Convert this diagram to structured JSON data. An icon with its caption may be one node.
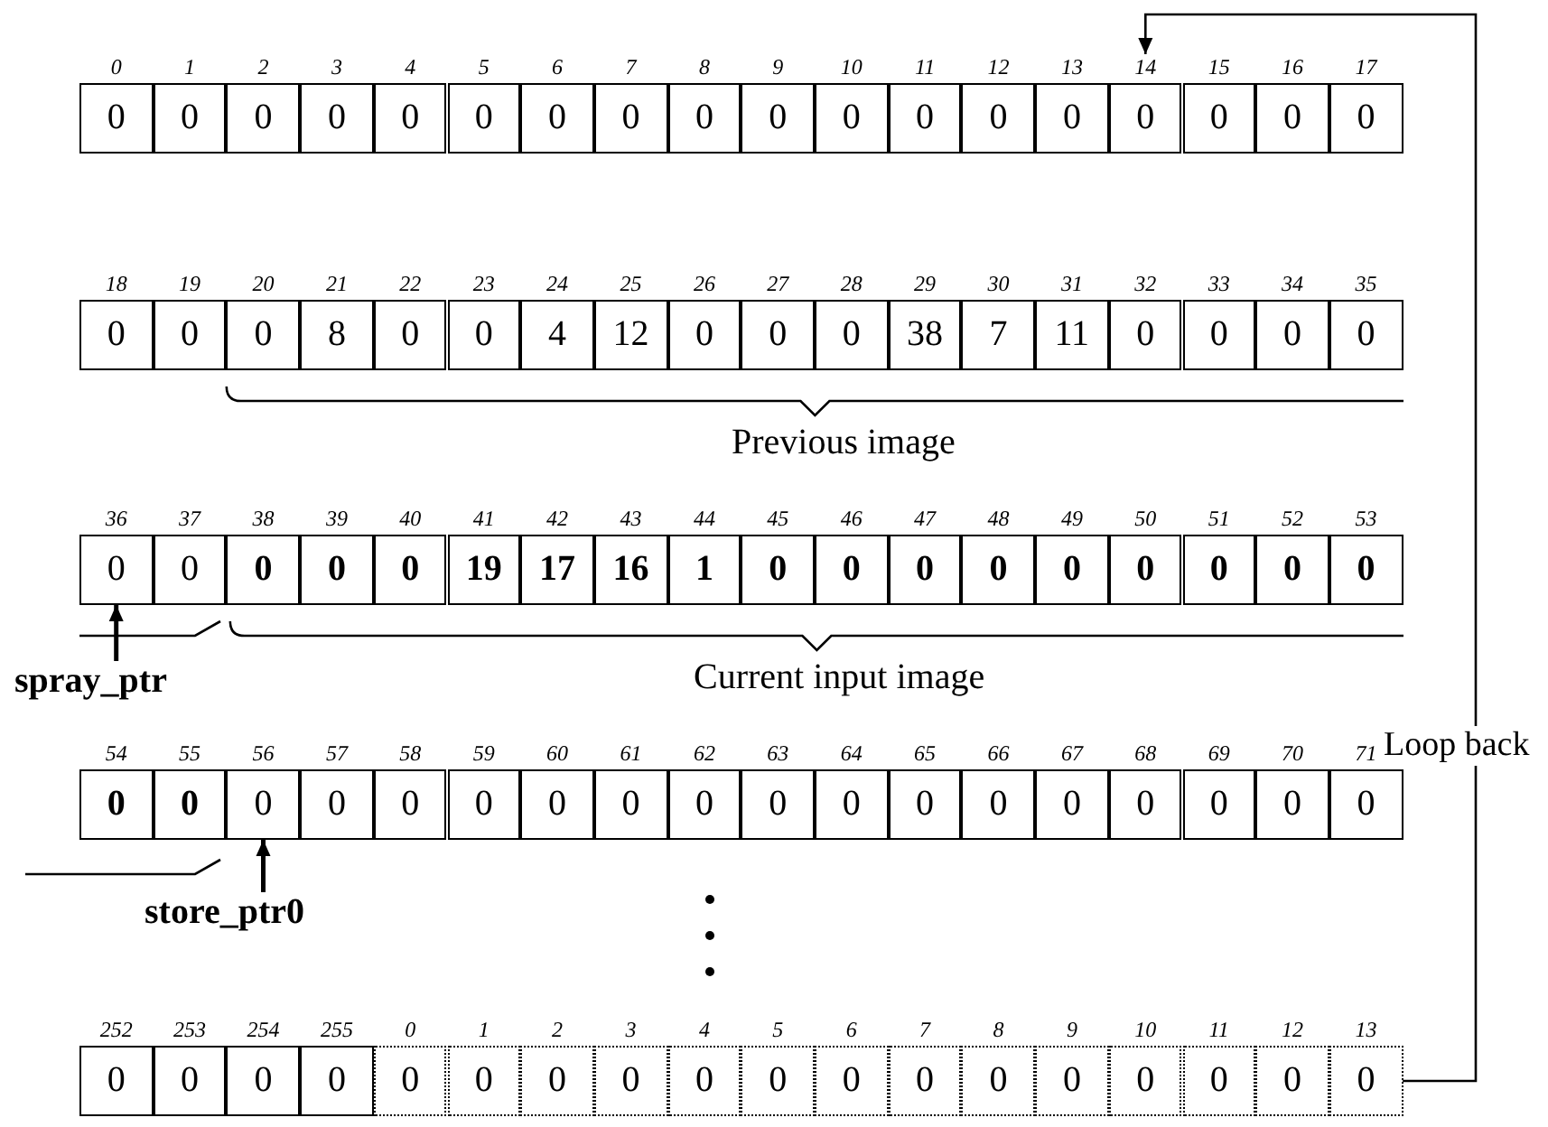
{
  "diagram": {
    "nodes": [
      {
        "text": [
          "0"
        ],
        "beside": [
          "0"
        ]
      },
      {
        "text": [
          "0"
        ],
        "beside": [
          "1"
        ]
      },
      {
        "text": [
          "0"
        ],
        "beside": [
          "2"
        ]
      },
      {
        "text": [
          "0"
        ],
        "beside": [
          "3"
        ]
      },
      {
        "text": [
          "0"
        ],
        "beside": [
          "4"
        ]
      },
      {
        "text": [
          "0"
        ],
        "beside": [
          "5"
        ]
      },
      {
        "text": [
          "0"
        ],
        "beside": [
          "6"
        ]
      },
      {
        "text": [
          "0"
        ],
        "beside": [
          "7"
        ]
      },
      {
        "text": [
          "0"
        ],
        "beside": [
          "8"
        ]
      },
      {
        "text": [
          "0"
        ],
        "beside": [
          "9"
        ]
      },
      {
        "text": [
          "0"
        ],
        "beside": [
          "10"
        ]
      },
      {
        "text": [
          "0"
        ],
        "beside": [
          "11"
        ]
      },
      {
        "text": [
          "0"
        ],
        "beside": [
          "12"
        ]
      },
      {
        "text": [
          "0"
        ],
        "beside": [
          "13"
        ]
      },
      {
        "text": [
          "0"
        ],
        "beside": [
          "14"
        ]
      },
      {
        "text": [
          "0"
        ],
        "beside": [
          "15"
        ]
      },
      {
        "text": [
          "0"
        ],
        "beside": [
          "16"
        ]
      },
      {
        "text": [
          "0"
        ],
        "beside": [
          "17"
        ]
      },
      {
        "text": [
          "0"
        ],
        "beside": [
          "18"
        ]
      },
      {
        "text": [
          "0"
        ],
        "beside": [
          "19"
        ]
      },
      {
        "text": [
          "0"
        ],
        "beside": [
          "20"
        ]
      },
      {
        "text": [
          "8"
        ],
        "beside": [
          "21"
        ]
      },
      {
        "text": [
          "0"
        ],
        "beside": [
          "22"
        ]
      },
      {
        "text": [
          "0"
        ],
        "beside": [
          "23"
        ]
      },
      {
        "text": [
          "4"
        ],
        "beside": [
          "24"
        ]
      },
      {
        "text": [
          "12"
        ],
        "beside": [
          "25"
        ]
      },
      {
        "text": [
          "0"
        ],
        "beside": [
          "26"
        ]
      },
      {
        "text": [
          "0"
        ],
        "beside": [
          "27"
        ]
      },
      {
        "text": [
          "0"
        ],
        "beside": [
          "28"
        ]
      },
      {
        "text": [
          "38"
        ],
        "beside": [
          "29"
        ]
      },
      {
        "text": [
          "7"
        ],
        "beside": [
          "30"
        ]
      },
      {
        "text": [
          "11"
        ],
        "beside": [
          "31"
        ]
      },
      {
        "text": [
          "0"
        ],
        "beside": [
          "32"
        ]
      },
      {
        "text": [
          "0"
        ],
        "beside": [
          "33"
        ]
      },
      {
        "text": [
          "0"
        ],
        "beside": [
          "34"
        ]
      },
      {
        "text": [
          "0"
        ],
        "beside": [
          "35"
        ]
      },
      {
        "text": [
          "0"
        ],
        "beside": [
          "36"
        ]
      },
      {
        "text": [
          "0"
        ],
        "beside": [
          "37"
        ]
      },
      {
        "text": [
          "0"
        ],
        "beside": [
          "38"
        ]
      },
      {
        "text": [
          "0"
        ],
        "beside": [
          "39"
        ]
      },
      {
        "text": [
          "0"
        ],
        "beside": [
          "40"
        ]
      },
      {
        "text": [
          "19"
        ],
        "beside": [
          "41"
        ]
      },
      {
        "text": [
          "17"
        ],
        "beside": [
          "42"
        ]
      },
      {
        "text": [
          "16"
        ],
        "beside": [
          "43"
        ]
      },
      {
        "text": [
          "1"
        ],
        "beside": [
          "44"
        ]
      },
      {
        "text": [
          "0"
        ],
        "beside": [
          "45"
        ]
      },
      {
        "text": [
          "0"
        ],
        "beside": [
          "46"
        ]
      },
      {
        "text": [
          "0"
        ],
        "beside": [
          "47"
        ]
      },
      {
        "text": [
          "0"
        ],
        "beside": [
          "48"
        ]
      },
      {
        "text": [
          "0"
        ],
        "beside": [
          "49"
        ]
      },
      {
        "text": [
          "0"
        ],
        "beside": [
          "50"
        ]
      },
      {
        "text": [
          "0"
        ],
        "beside": [
          "51"
        ]
      },
      {
        "text": [
          "0"
        ],
        "beside": [
          "52"
        ]
      },
      {
        "text": [
          "0"
        ],
        "beside": [
          "53"
        ]
      },
      {
        "text": [
          "0"
        ],
        "beside": [
          "54"
        ]
      },
      {
        "text": [
          "0"
        ],
        "beside": [
          "55"
        ]
      },
      {
        "text": [
          "0"
        ],
        "beside": [
          "56"
        ]
      },
      {
        "text": [
          "0"
        ],
        "beside": [
          "57"
        ]
      },
      {
        "text": [
          "0"
        ],
        "beside": [
          "58"
        ]
      },
      {
        "text": [
          "0"
        ],
        "beside": [
          "59"
        ]
      },
      {
        "text": [
          "0"
        ],
        "beside": [
          "60"
        ]
      },
      {
        "text": [
          "0"
        ],
        "beside": [
          "61"
        ]
      },
      {
        "text": [
          "0"
        ],
        "beside": [
          "62"
        ]
      },
      {
        "text": [
          "0"
        ],
        "beside": [
          "63"
        ]
      },
      {
        "text": [
          "0"
        ],
        "beside": [
          "64"
        ]
      },
      {
        "text": [
          "0"
        ],
        "beside": [
          "65"
        ]
      },
      {
        "text": [
          "0"
        ],
        "beside": [
          "66"
        ]
      },
      {
        "text": [
          "0"
        ],
        "beside": [
          "67"
        ]
      },
      {
        "text": [
          "0"
        ],
        "beside": [
          "68"
        ]
      },
      {
        "text": [
          "0"
        ],
        "beside": [
          "69"
        ]
      },
      {
        "text": [
          "0"
        ],
        "beside": [
          "70"
        ]
      },
      {
        "text": [
          "0"
        ],
        "beside": [
          "71"
        ]
      },
      {
        "text": [
          "0"
        ],
        "beside": [
          "252"
        ]
      },
      {
        "text": [
          "0"
        ],
        "beside": [
          "253"
        ]
      },
      {
        "text": [
          "0"
        ],
        "beside": [
          "254"
        ]
      },
      {
        "text": [
          "0"
        ],
        "beside": [
          "255"
        ]
      },
      {
        "text": [
          "0"
        ],
        "beside": [
          "0"
        ]
      },
      {
        "text": [
          "0"
        ],
        "beside": [
          "1"
        ]
      },
      {
        "text": [
          "0"
        ],
        "beside": [
          "2"
        ]
      },
      {
        "text": [
          "0"
        ],
        "beside": [
          "3"
        ]
      },
      {
        "text": [
          "0"
        ],
        "beside": [
          "4"
        ]
      },
      {
        "text": [
          "0"
        ],
        "beside": [
          "5"
        ]
      },
      {
        "text": [
          "0"
        ],
        "beside": [
          "6"
        ]
      },
      {
        "text": [
          "0"
        ],
        "beside": [
          "7"
        ]
      },
      {
        "text": [
          "0"
        ],
        "beside": [
          "8"
        ]
      },
      {
        "text": [
          "0"
        ],
        "beside": [
          "9"
        ]
      },
      {
        "text": [
          "0"
        ],
        "beside": [
          "10"
        ]
      },
      {
        "text": [
          "0"
        ],
        "beside": [
          "11"
        ]
      },
      {
        "text": [
          "0"
        ],
        "beside": [
          "12"
        ]
      },
      {
        "text": [
          "0"
        ],
        "beside": [
          "13"
        ]
      },
      {
        "text": [
          "spray_ptr"
        ]
      },
      {
        "text": [
          "store_ptr0"
        ]
      }
    ],
    "edges": [
      {
        "from": 90,
        "to": 36,
        "arrow": "to"
      },
      {
        "from": 91,
        "to": 56,
        "arrow": "to"
      },
      {
        "from": 89,
        "to": 14,
        "arrow": "to",
        "label": "Loop back"
      }
    ],
    "labels": [
      "Previous image",
      "Current input image"
    ]
  }
}
